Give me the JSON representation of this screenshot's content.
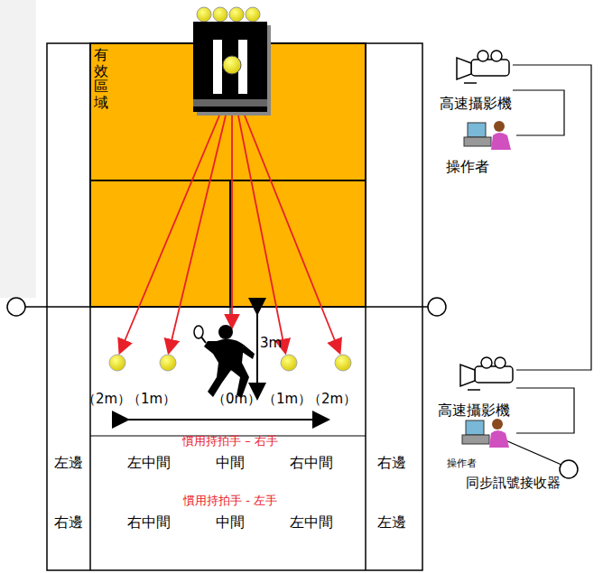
{
  "diagram": {
    "nodes": [
      {
        "text": [
          "有效區域"
        ]
      }
    ],
    "labels": [
      "3m",
      "（2m）",
      "（1m）",
      "（0m）",
      "（1m）",
      "（2m）",
      "慣用持拍手 – 右手",
      "左邊",
      "左中間",
      "中間",
      "右中間",
      "右邊",
      "慣用持拍手 - 左手",
      "右邊",
      "右中間",
      "中間",
      "左中間",
      "左邊",
      "高速攝影機",
      "操作者",
      "高速攝影機",
      "操作者",
      "同步訊號接收器"
    ]
  }
}
